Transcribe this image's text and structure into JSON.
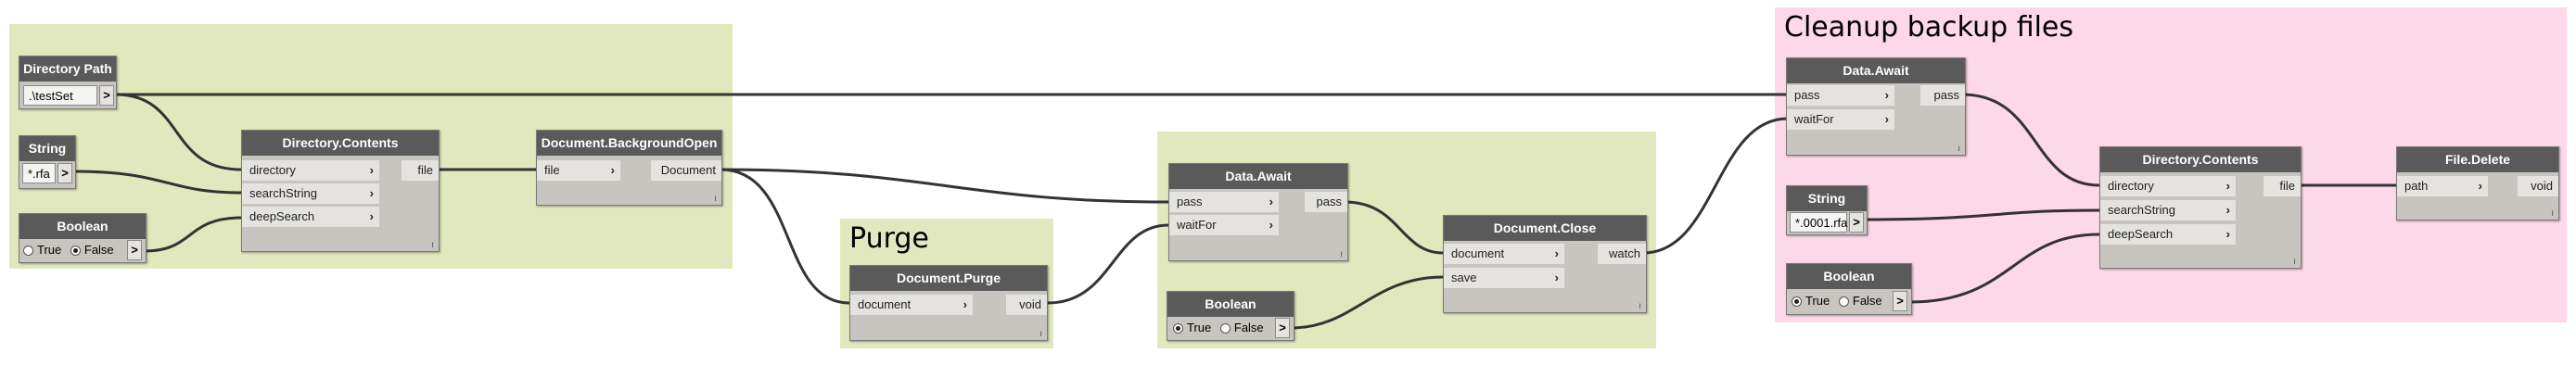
{
  "groups": {
    "purge": {
      "title": "Purge",
      "color": "#e1e8bd"
    },
    "cleanup": {
      "title": "Cleanup backup files",
      "color": "#fcd8e8"
    },
    "unnamed_color": "#e1e8bd"
  },
  "nodes": {
    "directory_path": {
      "title": "Directory Path",
      "value": ".\\testSet",
      "out": ">"
    },
    "string1": {
      "title": "String",
      "value": "*.rfa",
      "out": ">"
    },
    "boolean1": {
      "title": "Boolean",
      "true_label": "True",
      "false_label": "False",
      "selected": "False",
      "out": ">"
    },
    "dir_contents1": {
      "title": "Directory.Contents",
      "inputs": [
        "directory",
        "searchString",
        "deepSearch"
      ],
      "output": "file"
    },
    "bg_open": {
      "title": "Document.BackgroundOpen",
      "inputs": [
        "file"
      ],
      "output": "Document"
    },
    "purge": {
      "title": "Document.Purge",
      "inputs": [
        "document"
      ],
      "output": "void"
    },
    "await1": {
      "title": "Data.Await",
      "inputs": [
        "pass",
        "waitFor"
      ],
      "output": "pass"
    },
    "boolean2": {
      "title": "Boolean",
      "true_label": "True",
      "false_label": "False",
      "selected": "True",
      "out": ">"
    },
    "doc_close": {
      "title": "Document.Close",
      "inputs": [
        "document",
        "save"
      ],
      "output": "watch"
    },
    "await2": {
      "title": "Data.Await",
      "inputs": [
        "pass",
        "waitFor"
      ],
      "output": "pass"
    },
    "string2": {
      "title": "String",
      "value": "*.0001.rfa",
      "out": ">"
    },
    "boolean3": {
      "title": "Boolean",
      "true_label": "True",
      "false_label": "False",
      "selected": "True",
      "out": ">"
    },
    "dir_contents2": {
      "title": "Directory.Contents",
      "inputs": [
        "directory",
        "searchString",
        "deepSearch"
      ],
      "output": "file"
    },
    "file_delete": {
      "title": "File.Delete",
      "inputs": [
        "path"
      ],
      "output": "void"
    }
  },
  "icons": {
    "port_arrow": "chevron-right",
    "lacing": "lacing-marker"
  },
  "lacing_glyph": "ı",
  "port_arrow_glyph": "›",
  "wire_color": "#333333"
}
